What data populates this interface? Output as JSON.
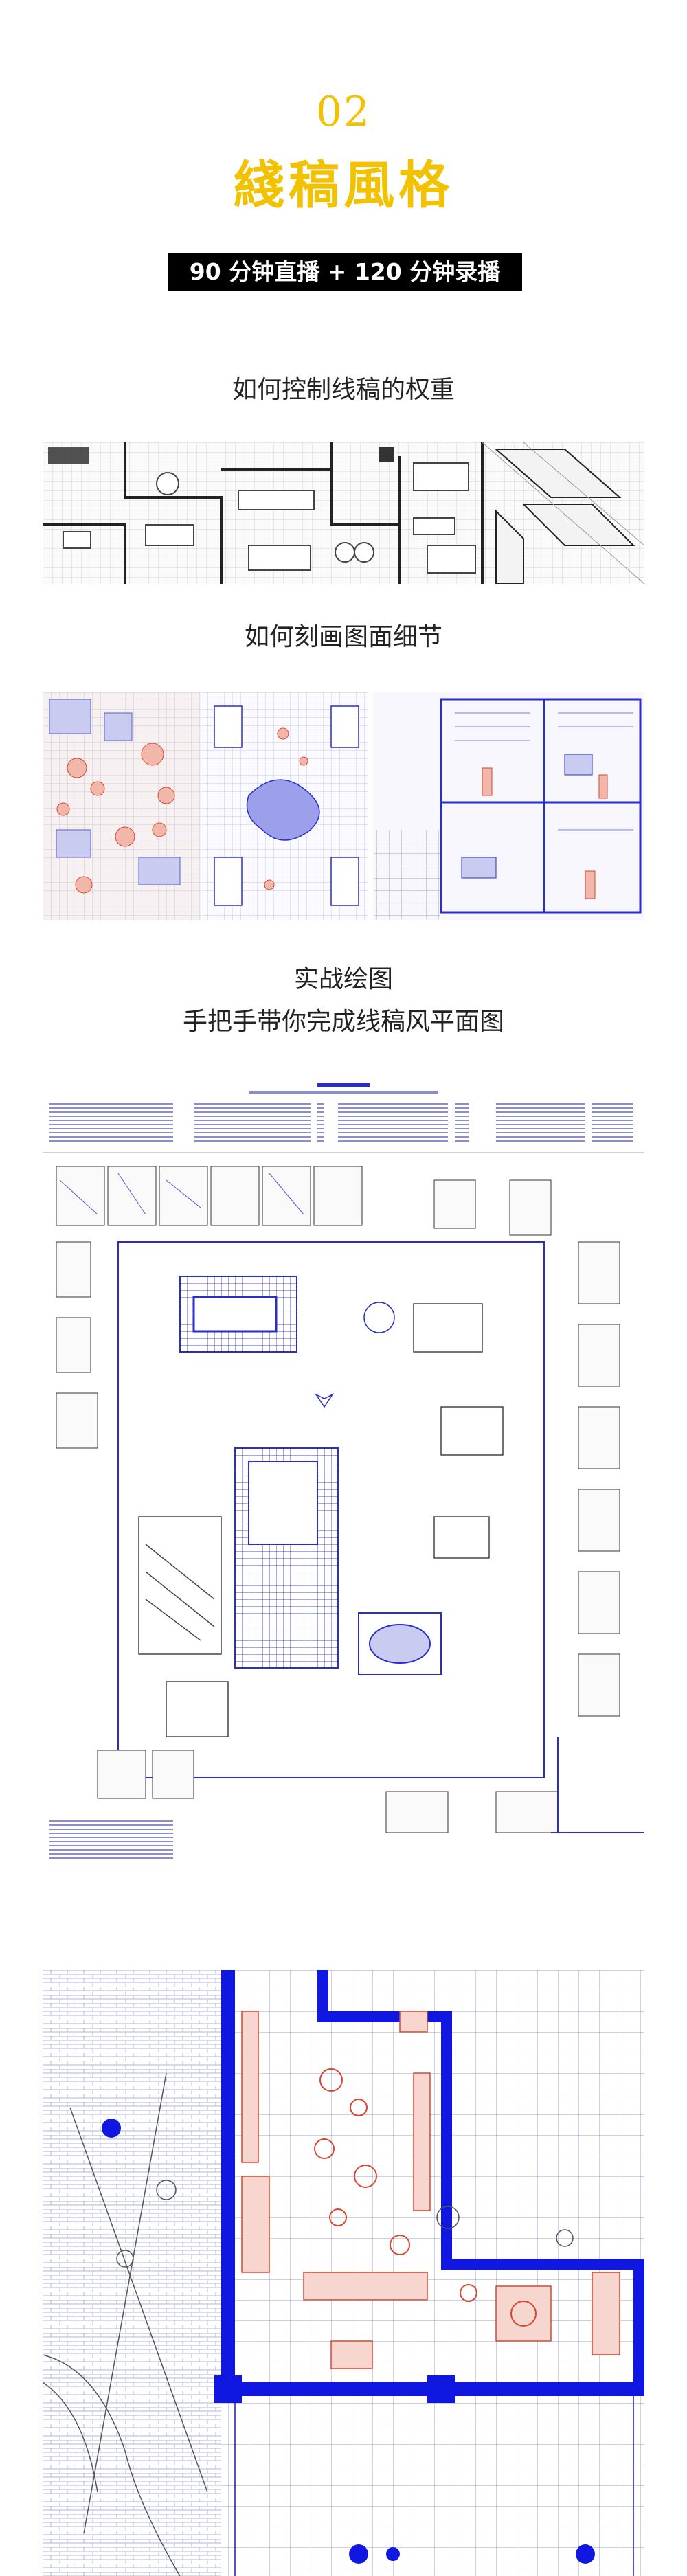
{
  "header": {
    "number": "02",
    "title": "綫稿風格",
    "badge": "90 分钟直播 + 120 分钟录播"
  },
  "sections": [
    {
      "heading": "如何控制线稿的权重"
    },
    {
      "heading": "如何刻画图面细节"
    },
    {
      "heading_line1": "实战绘图",
      "heading_line2": "手把手带你完成线稿风平面图"
    }
  ],
  "colors": {
    "accent": "#f2c200",
    "badge_bg": "#000000",
    "line_blue": "#2a2ec8",
    "line_red": "#d9472f",
    "line_gray": "#555555"
  }
}
